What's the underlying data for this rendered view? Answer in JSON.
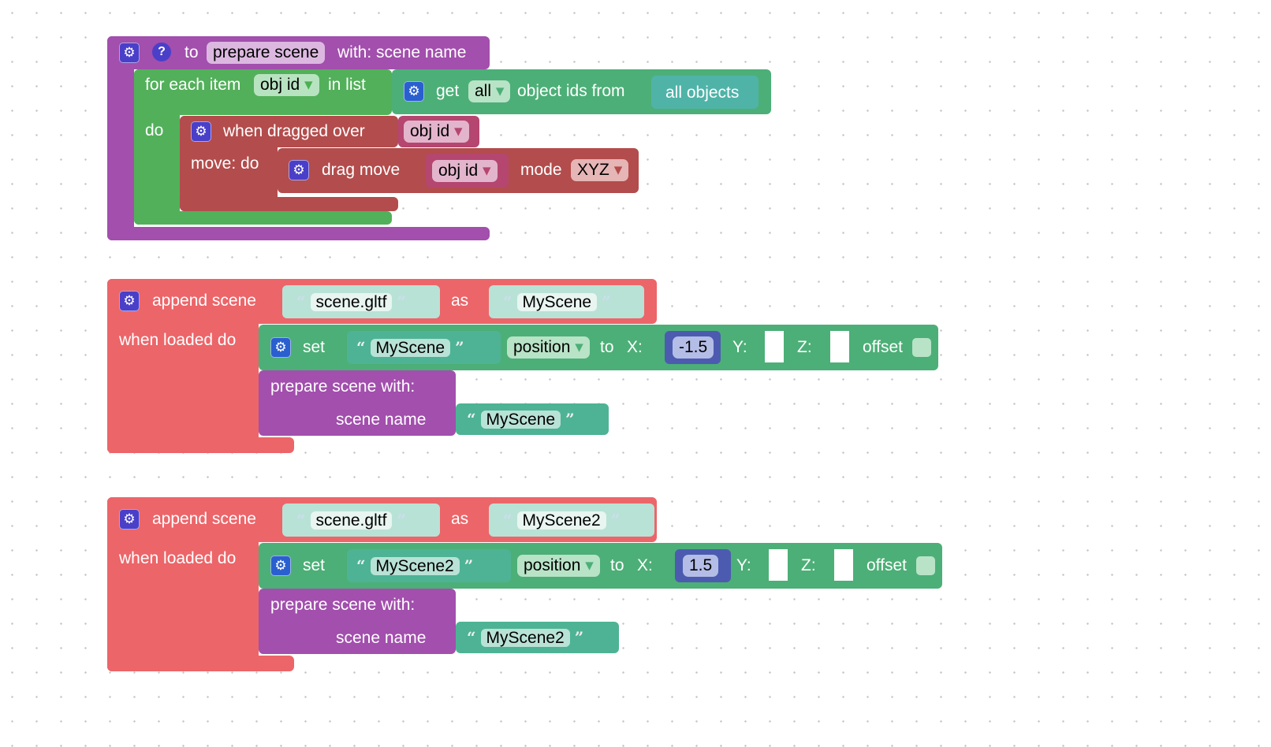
{
  "proc": {
    "to": "to",
    "name": "prepare scene",
    "with": "with: scene name",
    "foreach": "for each item",
    "var": "obj id",
    "inlist": "in list",
    "do": "do",
    "get": "get",
    "all": "all",
    "objids": "object ids from",
    "allobjects": "all objects",
    "dragged": "when dragged over",
    "objid": "obj id",
    "movedo": "move: do",
    "dragmove": "drag move",
    "mode": "mode",
    "xyz": "XYZ"
  },
  "scenes": [
    {
      "append": "append scene",
      "file": "scene.gltf",
      "as": "as",
      "name": "MyScene",
      "loaded": "when loaded do",
      "set": "set",
      "prop": "position",
      "to": "to",
      "x": "X:",
      "xval": "-1.5",
      "y": "Y:",
      "z": "Z:",
      "offset": "offset",
      "prepare": "prepare scene  with:",
      "scenename": "scene name"
    },
    {
      "append": "append scene",
      "file": "scene.gltf",
      "as": "as",
      "name": "MyScene2",
      "loaded": "when loaded do",
      "set": "set",
      "prop": "position",
      "to": "to",
      "x": "X:",
      "xval": "1.5",
      "y": "Y:",
      "z": "Z:",
      "offset": "offset",
      "prepare": "prepare scene  with:",
      "scenename": "scene name"
    }
  ],
  "icons": {
    "gear": "⚙",
    "help": "?",
    "quote_open": "“",
    "quote_close": "”",
    "dropdown": "▾"
  }
}
